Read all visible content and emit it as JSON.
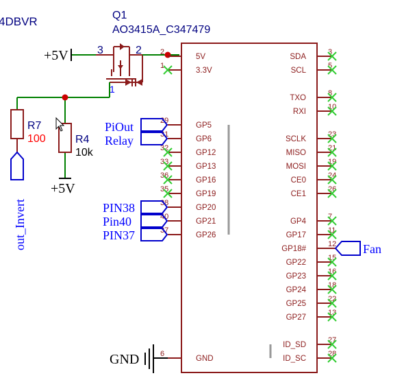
{
  "colors": {
    "wire": "#008000",
    "component": "#8b1a1a",
    "symbol_fill": "#ffffff",
    "net_label": "#0000ff",
    "designator": "#000080",
    "value_red": "#ff0000",
    "pin_text": "#8b1a1a",
    "junction": "#cc0000",
    "no_connect": "#33cc33",
    "port": "#0000cc",
    "black": "#000000"
  },
  "corner_text": "4DBVR",
  "mosfet": {
    "designator": "Q1",
    "part": "AO3415A_C347479",
    "pin_source": "3",
    "pin_drain": "2",
    "pin_gate": "1"
  },
  "resistors": [
    {
      "designator": "R7",
      "value": "100"
    },
    {
      "designator": "R4",
      "value": "10k"
    }
  ],
  "power": {
    "vcc_top": "+5V",
    "vcc_bottom": "+5V",
    "gnd": "GND"
  },
  "ports": {
    "out_invert": "out_Invert",
    "fan": "Fan"
  },
  "net_labels_left": [
    {
      "label": "PiOut",
      "pin": "29",
      "name": "GP5"
    },
    {
      "label": "Relay",
      "pin": "31",
      "name": "GP6"
    },
    {
      "label": "PIN38",
      "pin": "38",
      "name": "GP20"
    },
    {
      "label": "Pin40",
      "pin": "40",
      "name": "GP21"
    },
    {
      "label": "PIN37",
      "pin": "37",
      "name": "GP26"
    }
  ],
  "left_pins": [
    {
      "num": "2",
      "name": "5V",
      "nc": false
    },
    {
      "num": "1",
      "name": "3.3V",
      "nc": true
    },
    {
      "num": "29",
      "name": "GP5",
      "nc": false
    },
    {
      "num": "31",
      "name": "GP6",
      "nc": false
    },
    {
      "num": "32",
      "name": "GP12",
      "nc": true
    },
    {
      "num": "33",
      "name": "GP13",
      "nc": true
    },
    {
      "num": "36",
      "name": "GP16",
      "nc": true
    },
    {
      "num": "35",
      "name": "GP19",
      "nc": true
    },
    {
      "num": "38",
      "name": "GP20",
      "nc": false
    },
    {
      "num": "40",
      "name": "GP21",
      "nc": false
    },
    {
      "num": "37",
      "name": "GP26",
      "nc": false
    },
    {
      "num": "6",
      "name": "GND",
      "nc": false
    }
  ],
  "right_pins": [
    {
      "num": "3",
      "name": "SDA",
      "nc": true
    },
    {
      "num": "5",
      "name": "SCL",
      "nc": true
    },
    {
      "num": "8",
      "name": "TXO",
      "nc": true
    },
    {
      "num": "10",
      "name": "RXI",
      "nc": true
    },
    {
      "num": "23",
      "name": "SCLK",
      "nc": true
    },
    {
      "num": "21",
      "name": "MISO",
      "nc": true
    },
    {
      "num": "19",
      "name": "MOSI",
      "nc": true
    },
    {
      "num": "24",
      "name": "CE0",
      "nc": true
    },
    {
      "num": "26",
      "name": "CE1",
      "nc": true
    },
    {
      "num": "7",
      "name": "GP4",
      "nc": true
    },
    {
      "num": "11",
      "name": "GP17",
      "nc": true
    },
    {
      "num": "12",
      "name": "GP18#",
      "nc": false
    },
    {
      "num": "15",
      "name": "GP22",
      "nc": true
    },
    {
      "num": "16",
      "name": "GP23",
      "nc": true
    },
    {
      "num": "18",
      "name": "GP24",
      "nc": true
    },
    {
      "num": "22",
      "name": "GP25",
      "nc": true
    },
    {
      "num": "13",
      "name": "GP27",
      "nc": true
    },
    {
      "num": "27",
      "name": "ID_SD",
      "nc": true
    },
    {
      "num": "28",
      "name": "ID_SC",
      "nc": true
    }
  ]
}
